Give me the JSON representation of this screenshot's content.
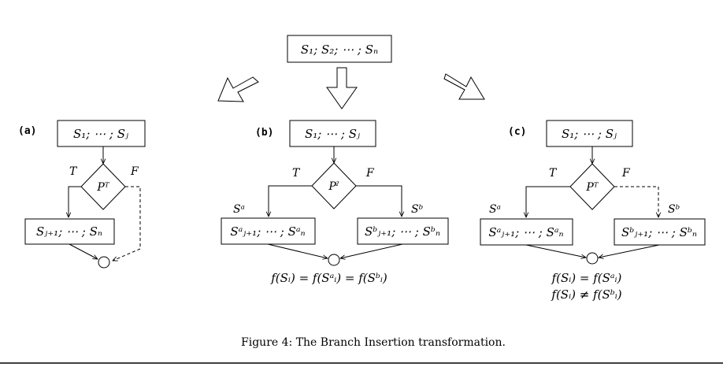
{
  "top": {
    "box": "S₁; S₂; ⋯ ; Sₙ"
  },
  "panel_a": {
    "tag": "(a)",
    "box_top": "S₁; ⋯ ; Sⱼ",
    "predicate": "Pᵀ",
    "true_label": "T",
    "false_label": "F",
    "box_left": "Sⱼ₊₁; ⋯ ; Sₙ"
  },
  "panel_b": {
    "tag": "(b)",
    "box_top": "S₁; ⋯ ; Sⱼ",
    "predicate": "Pˀ",
    "true_label": "T",
    "false_label": "F",
    "branch_left_label": "Sᵃ",
    "branch_right_label": "Sᵇ",
    "box_left": "Sᵃⱼ₊₁; ⋯ ; Sᵃₙ",
    "box_right": "Sᵇⱼ₊₁; ⋯ ; Sᵇₙ",
    "equation": "f(Sᵢ) = f(Sᵃᵢ) = f(Sᵇᵢ)"
  },
  "panel_c": {
    "tag": "(c)",
    "box_top": "S₁; ⋯ ; Sⱼ",
    "predicate": "Pᵀ",
    "true_label": "T",
    "false_label": "F",
    "branch_left_label": "Sᵃ",
    "branch_right_label": "Sᵇ",
    "box_left": "Sᵃⱼ₊₁; ⋯ ; Sᵃₙ",
    "box_right": "Sᵇⱼ₊₁; ⋯ ; Sᵇₙ",
    "equation_1": "f(Sᵢ) = f(Sᵃᵢ)",
    "equation_2": "f(Sᵢ) ≠ f(Sᵇᵢ)"
  },
  "caption": "Figure 4:  The Branch Insertion transformation."
}
